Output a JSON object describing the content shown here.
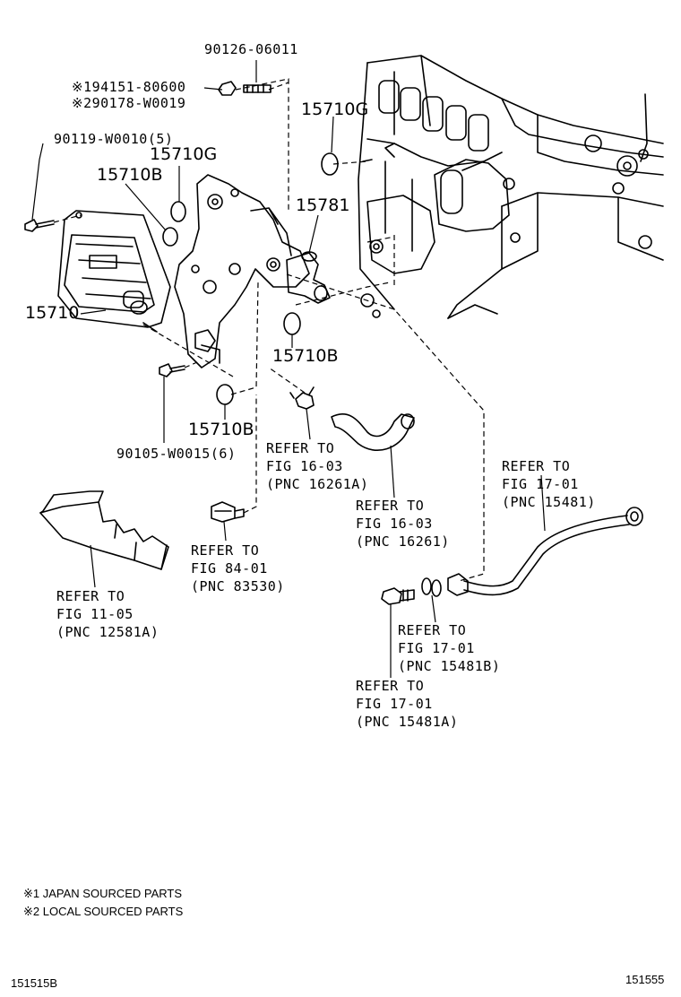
{
  "parts": {
    "p1": "90126-06011",
    "p2": "※194151-80600",
    "p3": "※290178-W0019",
    "p4": "90119-W0010(5)",
    "p5": "15710G",
    "p6": "15710B",
    "p7": "15710G",
    "p8": "15781",
    "p9": "15710",
    "p10": "15710B",
    "p11": "15710B",
    "p12": "90105-W0015(6)"
  },
  "refs": {
    "r1": [
      "REFER TO",
      "FIG 16-03",
      "(PNC 16261A)"
    ],
    "r2": [
      "REFER TO",
      "FIG 16-03",
      "(PNC 16261)"
    ],
    "r3": [
      "REFER TO",
      "FIG 17-01",
      "(PNC 15481)"
    ],
    "r4": [
      "REFER TO",
      "FIG 84-01",
      "(PNC 83530)"
    ],
    "r5": [
      "REFER TO",
      "FIG 11-05",
      "(PNC 12581A)"
    ],
    "r6": [
      "REFER TO",
      "FIG 17-01",
      "(PNC 15481B)"
    ],
    "r7": [
      "REFER TO",
      "FIG 17-01",
      "(PNC 15481A)"
    ]
  },
  "notes": {
    "n1": "※1 JAPAN SOURCED PARTS",
    "n2": "※2 LOCAL SOURCED PARTS"
  },
  "footer": {
    "left_code": "151515B",
    "right_code": "151555"
  }
}
